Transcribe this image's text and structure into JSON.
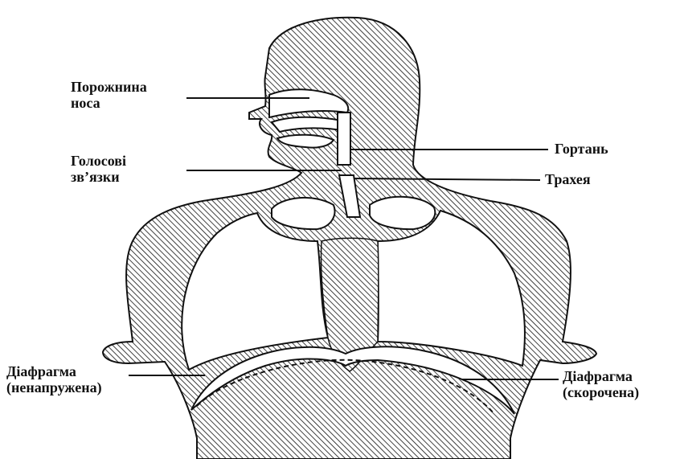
{
  "labels": {
    "nasal_cavity": {
      "line1": "Порожнина",
      "line2": "носа"
    },
    "vocal_cords": {
      "line1": "Голосові",
      "line2": "зв’язки"
    },
    "larynx": "Гортань",
    "trachea": "Трахея",
    "diaphragm_relaxed": {
      "line1": "Діафрагма",
      "line2": "(ненапружена)"
    },
    "diaphragm_contracted": {
      "line1": "Діафрагма",
      "line2": "(скорочена)"
    }
  },
  "colors": {
    "ink": "#111111",
    "hatch_bg": "#ffffff"
  }
}
